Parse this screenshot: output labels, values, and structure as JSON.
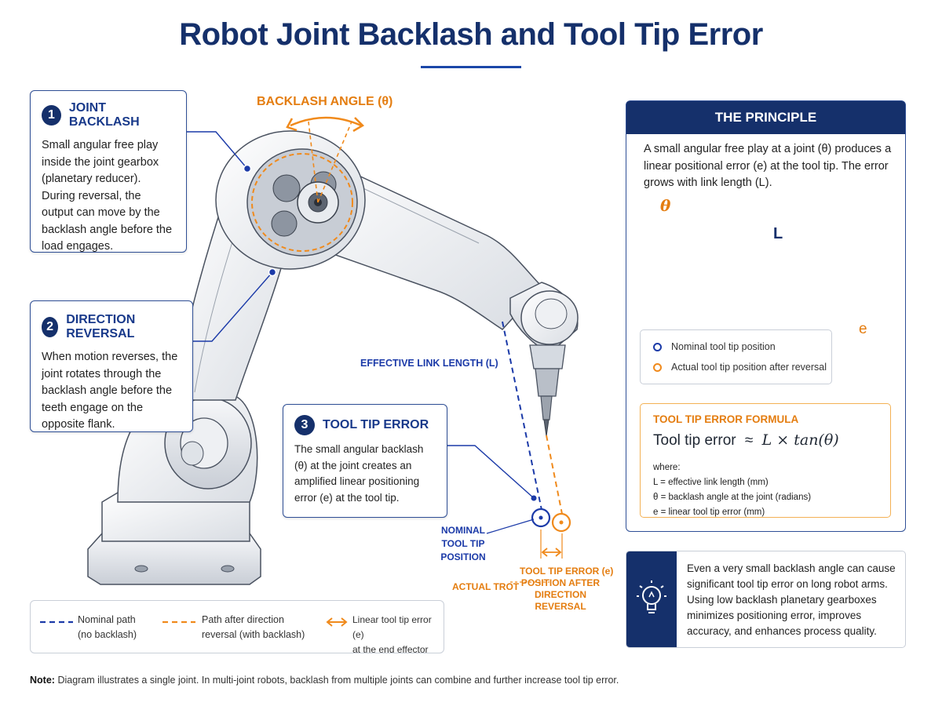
{
  "title": "Robot Joint Backlash and Tool Tip Error",
  "colors": {
    "navy": "#15306b",
    "blue": "#1b3aa8",
    "orange": "#f08a1c"
  },
  "callouts": [
    {
      "number": "1",
      "heading": "JOINT BACKLASH",
      "body": "Small angular free play inside the joint gearbox (planetary reducer). During reversal, the output can move by the backlash angle before the load engages."
    },
    {
      "number": "2",
      "heading": "DIRECTION REVERSAL",
      "body": "When motion reverses, the joint rotates through the backlash angle before the teeth engage on the opposite flank."
    },
    {
      "number": "3",
      "heading": "TOOL TIP ERROR",
      "body": "The small angular backlash (θ) at the joint creates an amplified linear positioning error (e) at the tool tip."
    }
  ],
  "diagram_labels": {
    "backlash_angle": "BACKLASH ANGLE (θ)",
    "effective_link_length": "EFFECTIVE LINK LENGTH (L)",
    "nominal_tip_line1": "NOMINAL",
    "nominal_tip_line2": "TOOL TIP",
    "nominal_tip_line3": "POSITION",
    "tool_tip_error": "TOOL TIP ERROR (e)",
    "actual_position_prefix": "ACTUAL TROT",
    "actual_position_line1": "POSITION AFTER",
    "actual_position_line2": "DIRECTION REVERSAL"
  },
  "principle": {
    "heading": "THE PRINCIPLE",
    "text": "A small angular free play at a joint (θ) produces a linear positional error (e) at the tool tip. The error grows with link length (L).",
    "theta": "θ",
    "L": "L",
    "e": "e",
    "legend": [
      {
        "label": "Nominal tool tip position",
        "icon": "blue-circle-icon"
      },
      {
        "label": "Actual tool tip position after reversal",
        "icon": "orange-circle-icon"
      }
    ]
  },
  "formula": {
    "title": "TOOL TIP ERROR FORMULA",
    "lhs": "Tool tip error",
    "approx": "≈",
    "rhs": "L × tan(θ)",
    "where": "where:",
    "defs": [
      "L = effective link length (mm)",
      "θ = backlash angle at the joint (radians)",
      "e = linear tool tip error (mm)"
    ]
  },
  "bottom_legend": [
    {
      "line1": "Nominal path",
      "line2": "(no backlash)",
      "icon": "blue-dashed-line-icon"
    },
    {
      "line1": "Path after direction",
      "line2": "reversal (with backlash)",
      "icon": "orange-dashed-line-icon"
    },
    {
      "line1": "Linear tool tip error (e)",
      "line2": "at the end effector",
      "icon": "orange-double-arrow-icon"
    }
  ],
  "insight": {
    "icon": "lightbulb-icon",
    "text": "Even a very small backlash angle can cause significant tool tip error on long robot arms. Using low backlash planetary gearboxes minimizes positioning error, improves accuracy, and enhances process quality."
  },
  "note": {
    "label": "Note:",
    "text": "Diagram illustrates a single joint. In multi-joint robots, backlash from multiple joints can combine and further increase tool tip error."
  }
}
